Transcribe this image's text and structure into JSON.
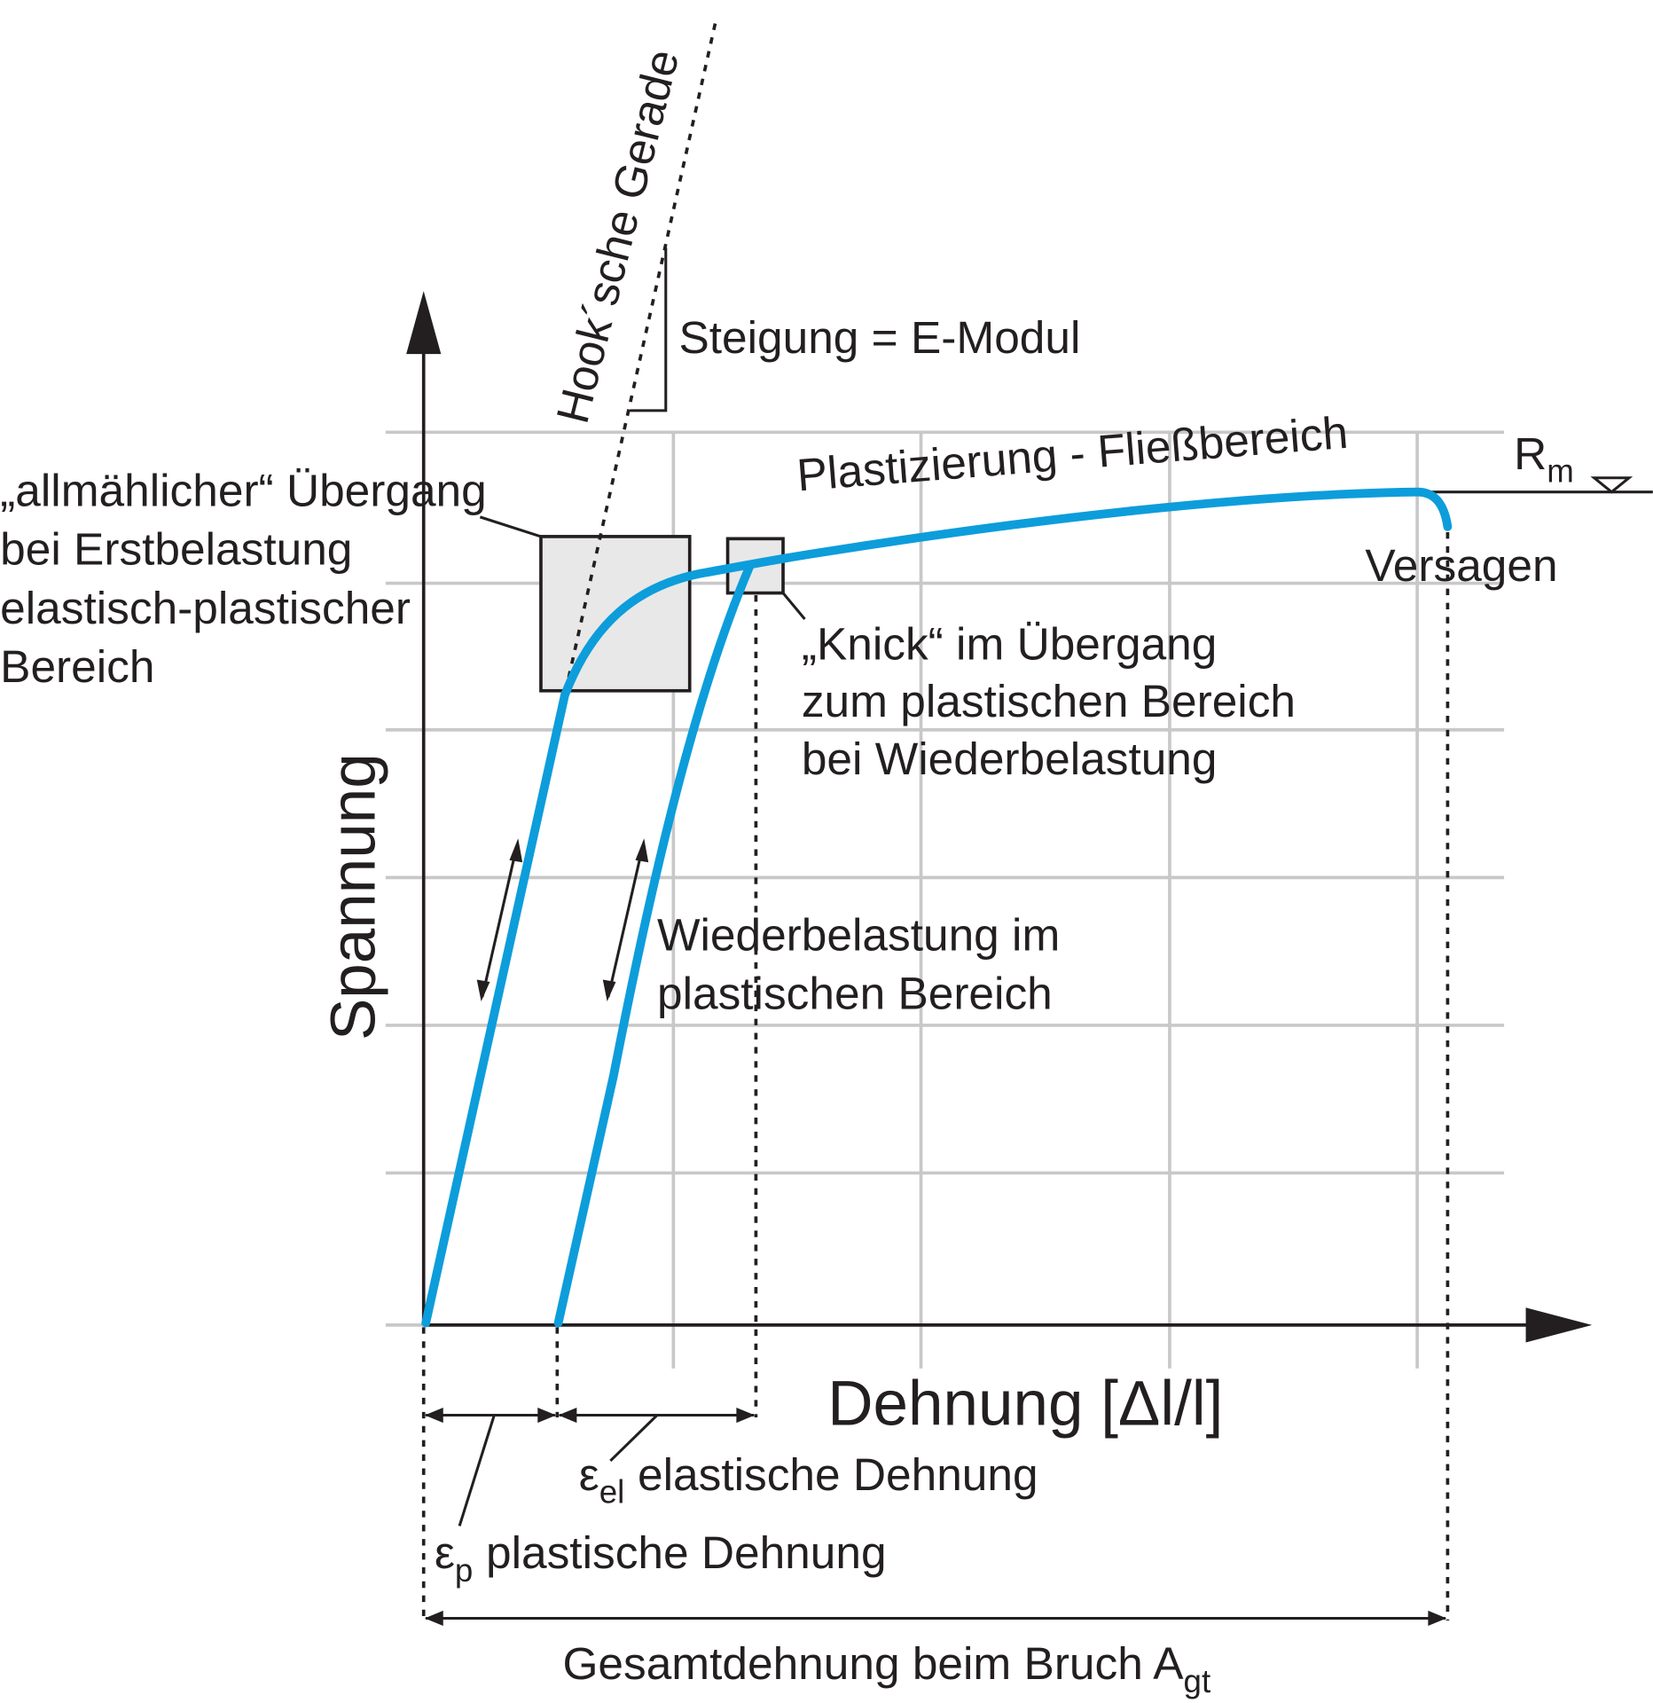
{
  "diagram": {
    "y_axis_label": "Spannung",
    "x_axis_label": "Dehnung [Δl/l]",
    "hooke_line_label": "Hook´sche Gerade",
    "slope_label": "Steigung = E-Modul",
    "plastic_region_label": "Plastizierung - Fließbereich",
    "rm_label": "R",
    "rm_subscript": "m",
    "failure_label": "Versagen",
    "gradual_transition": [
      "„allmählicher“ Übergang",
      "bei Erstbelastung",
      "elastisch-plastischer",
      "Bereich"
    ],
    "kink_transition": [
      "„Knick“ im Übergang",
      "zum plastischen Bereich",
      "bei Wiederbelastung"
    ],
    "reloading": [
      "Wiederbelastung im",
      "plastischen Bereich"
    ],
    "elastic_strain": {
      "symbol": "ε",
      "subscript": "el",
      "label": "elastische Dehnung"
    },
    "plastic_strain": {
      "symbol": "ε",
      "subscript": "p",
      "label": "plastische Dehnung"
    },
    "total_strain": {
      "label": "Gesamtdehnung beim Bruch A",
      "subscript": "gt"
    },
    "curve_color": "#0d9ddb"
  }
}
